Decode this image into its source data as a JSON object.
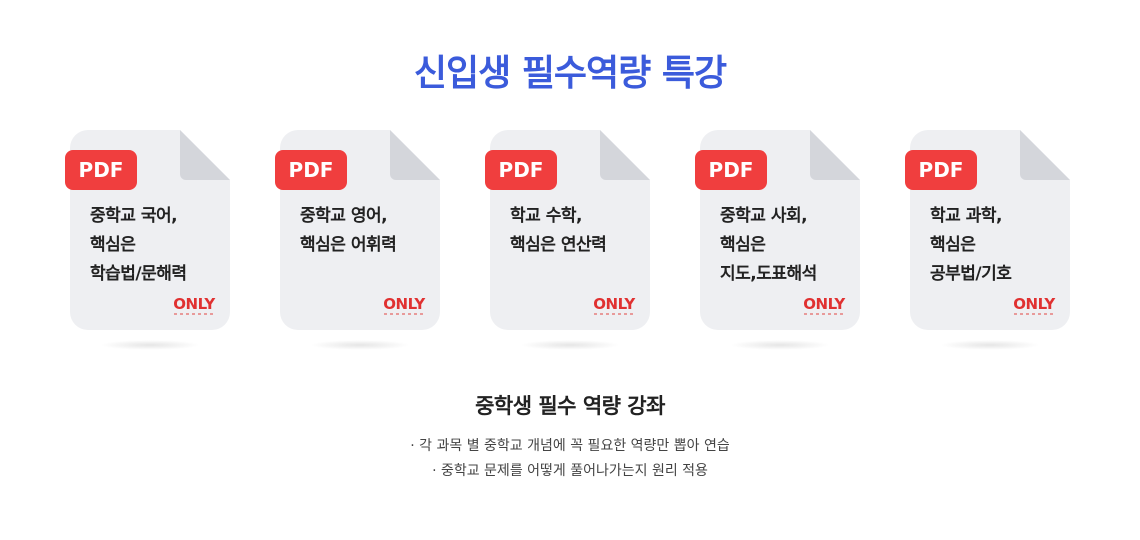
{
  "title": "신입생 필수역량 특강",
  "cards": [
    {
      "badge": "PDF",
      "text": "중학교 국어,\n핵심은\n학습법/문해력",
      "logo": "ONLY"
    },
    {
      "badge": "PDF",
      "text": "중학교 영어,\n핵심은 어휘력",
      "logo": "ONLY"
    },
    {
      "badge": "PDF",
      "text": "학교 수학,\n핵심은 연산력",
      "logo": "ONLY"
    },
    {
      "badge": "PDF",
      "text": "중학교 사회,\n핵심은\n지도,도표해석",
      "logo": "ONLY"
    },
    {
      "badge": "PDF",
      "text": "학교 과학,\n핵심은\n공부법/기호",
      "logo": "ONLY"
    }
  ],
  "course": {
    "title": "중학생 필수 역량 강좌",
    "bullets": [
      "· 각 과목 별 중학교 개념에 꼭 필요한 역량만 뽑아 연습",
      "· 중학교 문제를 어떻게 풀어나가는지 원리 적용"
    ]
  },
  "colors": {
    "title": "#3b5bdb",
    "badge": "#f03e3e",
    "card": "#eeeff2",
    "logo": "#e03131"
  },
  "icons": {
    "card": "pdf-document-icon"
  }
}
